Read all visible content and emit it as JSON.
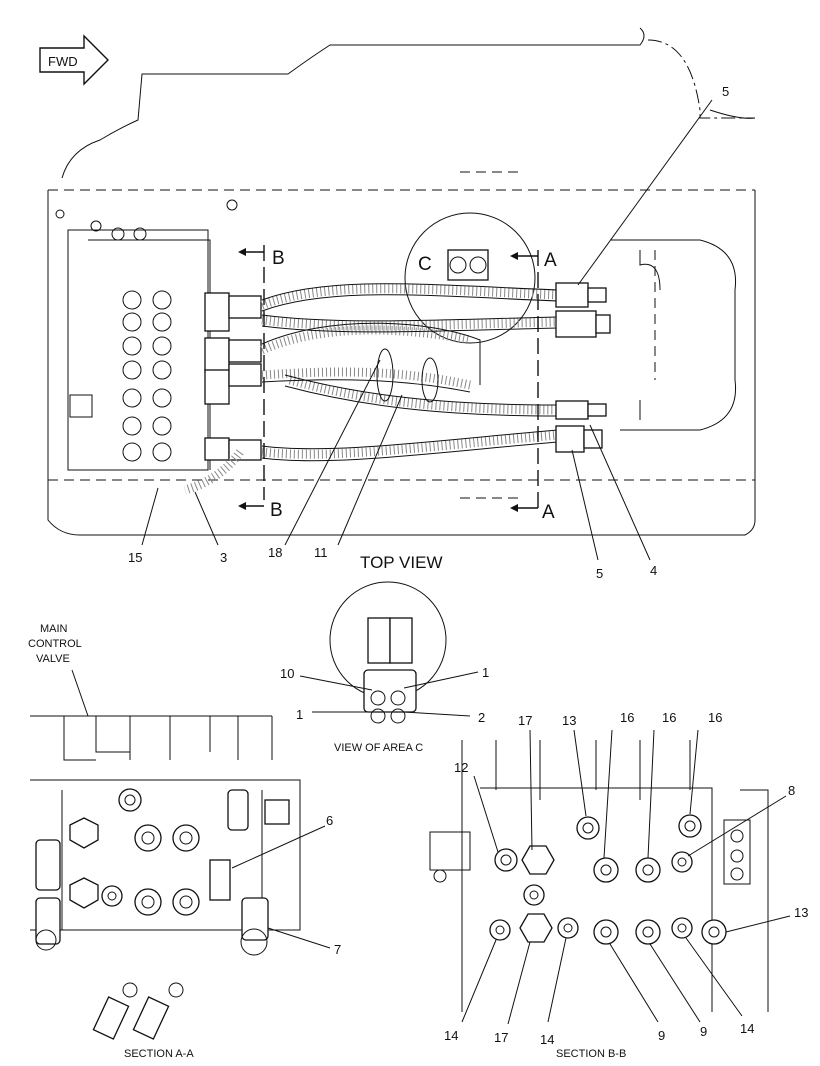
{
  "diagram": {
    "fwd_label": "FWD",
    "top_view_title": "TOP VIEW",
    "view_c_title": "VIEW OF AREA C",
    "section_aa_title": "SECTION A-A",
    "section_bb_title": "SECTION B-B",
    "main_control_valve": [
      "MAIN",
      "CONTROL",
      "VALVE"
    ],
    "section_letters": {
      "a": "A",
      "b": "B",
      "c": "C"
    },
    "callouts": {
      "top_5_upper": "5",
      "top_15": "15",
      "top_3": "3",
      "top_18": "18",
      "top_11": "11",
      "top_5_lower": "5",
      "top_4": "4",
      "c_10": "10",
      "c_1_right": "1",
      "c_1_left": "1",
      "c_2": "2",
      "aa_6": "6",
      "aa_7": "7",
      "bb_12": "12",
      "bb_17_top": "17",
      "bb_13_top": "13",
      "bb_16_a": "16",
      "bb_16_b": "16",
      "bb_16_c": "16",
      "bb_8": "8",
      "bb_13_right": "13",
      "bb_14_a": "14",
      "bb_17_bottom": "17",
      "bb_14_b": "14",
      "bb_9_a": "9",
      "bb_9_b": "9",
      "bb_14_c": "14"
    }
  }
}
